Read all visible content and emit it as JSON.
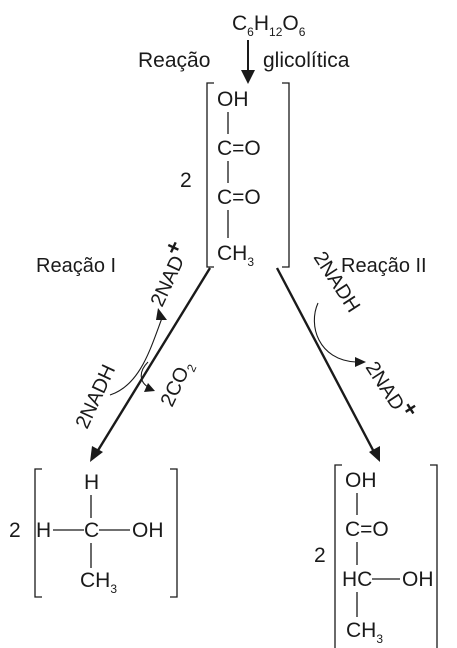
{
  "glucose": {
    "C": "C",
    "s6": "6",
    "H": "H",
    "s12": "12",
    "O": "O",
    "s6b": "6"
  },
  "glycolysis": {
    "left": "Reação",
    "right": "glicolítica"
  },
  "pyruvate": {
    "oh": "OH",
    "co1": "C=O",
    "co2": "C=O",
    "ch": "CH",
    "sub3": "3",
    "coef": "2"
  },
  "reaction_i": {
    "label": "Reação I",
    "nad_plus": "2NAD",
    "plus": "+",
    "co2_main": "2CO",
    "co2_sub": "2",
    "nadh": "2NADH"
  },
  "reaction_ii": {
    "label": "Reação II",
    "nadh": "2NADH",
    "nad_plus": "2NAD",
    "plus": "+"
  },
  "ethanol": {
    "coef": "2",
    "h_top": "H",
    "h_left": "H",
    "c": "C",
    "oh": "OH",
    "ch": "CH",
    "sub3": "3"
  },
  "lactate": {
    "coef": "2",
    "oh": "OH",
    "co": "C=O",
    "hc": "HC",
    "oh2": "OH",
    "ch": "CH",
    "sub3": "3"
  }
}
